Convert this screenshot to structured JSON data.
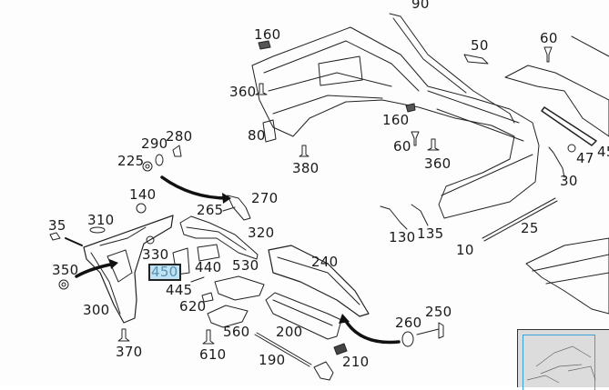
{
  "diagram": {
    "title": "Rear bumper exploded parts view",
    "selected_part": "450",
    "highlight_color": "#bfe3f5",
    "thumbnail_frame_color": "#3aa0d8",
    "part_labels": [
      {
        "id": "90",
        "text": "90"
      },
      {
        "id": "160a",
        "text": "160"
      },
      {
        "id": "50",
        "text": "50"
      },
      {
        "id": "60a",
        "text": "60"
      },
      {
        "id": "360a",
        "text": "360"
      },
      {
        "id": "160b",
        "text": "160"
      },
      {
        "id": "80",
        "text": "80"
      },
      {
        "id": "60b",
        "text": "60"
      },
      {
        "id": "47",
        "text": "47"
      },
      {
        "id": "45",
        "text": "45"
      },
      {
        "id": "380",
        "text": "380"
      },
      {
        "id": "360b",
        "text": "360"
      },
      {
        "id": "290",
        "text": "290"
      },
      {
        "id": "280",
        "text": "280"
      },
      {
        "id": "225",
        "text": "225"
      },
      {
        "id": "30",
        "text": "30"
      },
      {
        "id": "140",
        "text": "140"
      },
      {
        "id": "270",
        "text": "270"
      },
      {
        "id": "265",
        "text": "265"
      },
      {
        "id": "35",
        "text": "35"
      },
      {
        "id": "310",
        "text": "310"
      },
      {
        "id": "320",
        "text": "320"
      },
      {
        "id": "25",
        "text": "25"
      },
      {
        "id": "330",
        "text": "330"
      },
      {
        "id": "130",
        "text": "130"
      },
      {
        "id": "135",
        "text": "135"
      },
      {
        "id": "10",
        "text": "10"
      },
      {
        "id": "350",
        "text": "350"
      },
      {
        "id": "240",
        "text": "240"
      },
      {
        "id": "450",
        "text": "450"
      },
      {
        "id": "440",
        "text": "440"
      },
      {
        "id": "530",
        "text": "530"
      },
      {
        "id": "445",
        "text": "445"
      },
      {
        "id": "250",
        "text": "250"
      },
      {
        "id": "300",
        "text": "300"
      },
      {
        "id": "620",
        "text": "620"
      },
      {
        "id": "260",
        "text": "260"
      },
      {
        "id": "560",
        "text": "560"
      },
      {
        "id": "200",
        "text": "200"
      },
      {
        "id": "370",
        "text": "370"
      },
      {
        "id": "610",
        "text": "610"
      },
      {
        "id": "190",
        "text": "190"
      },
      {
        "id": "210",
        "text": "210"
      }
    ]
  }
}
